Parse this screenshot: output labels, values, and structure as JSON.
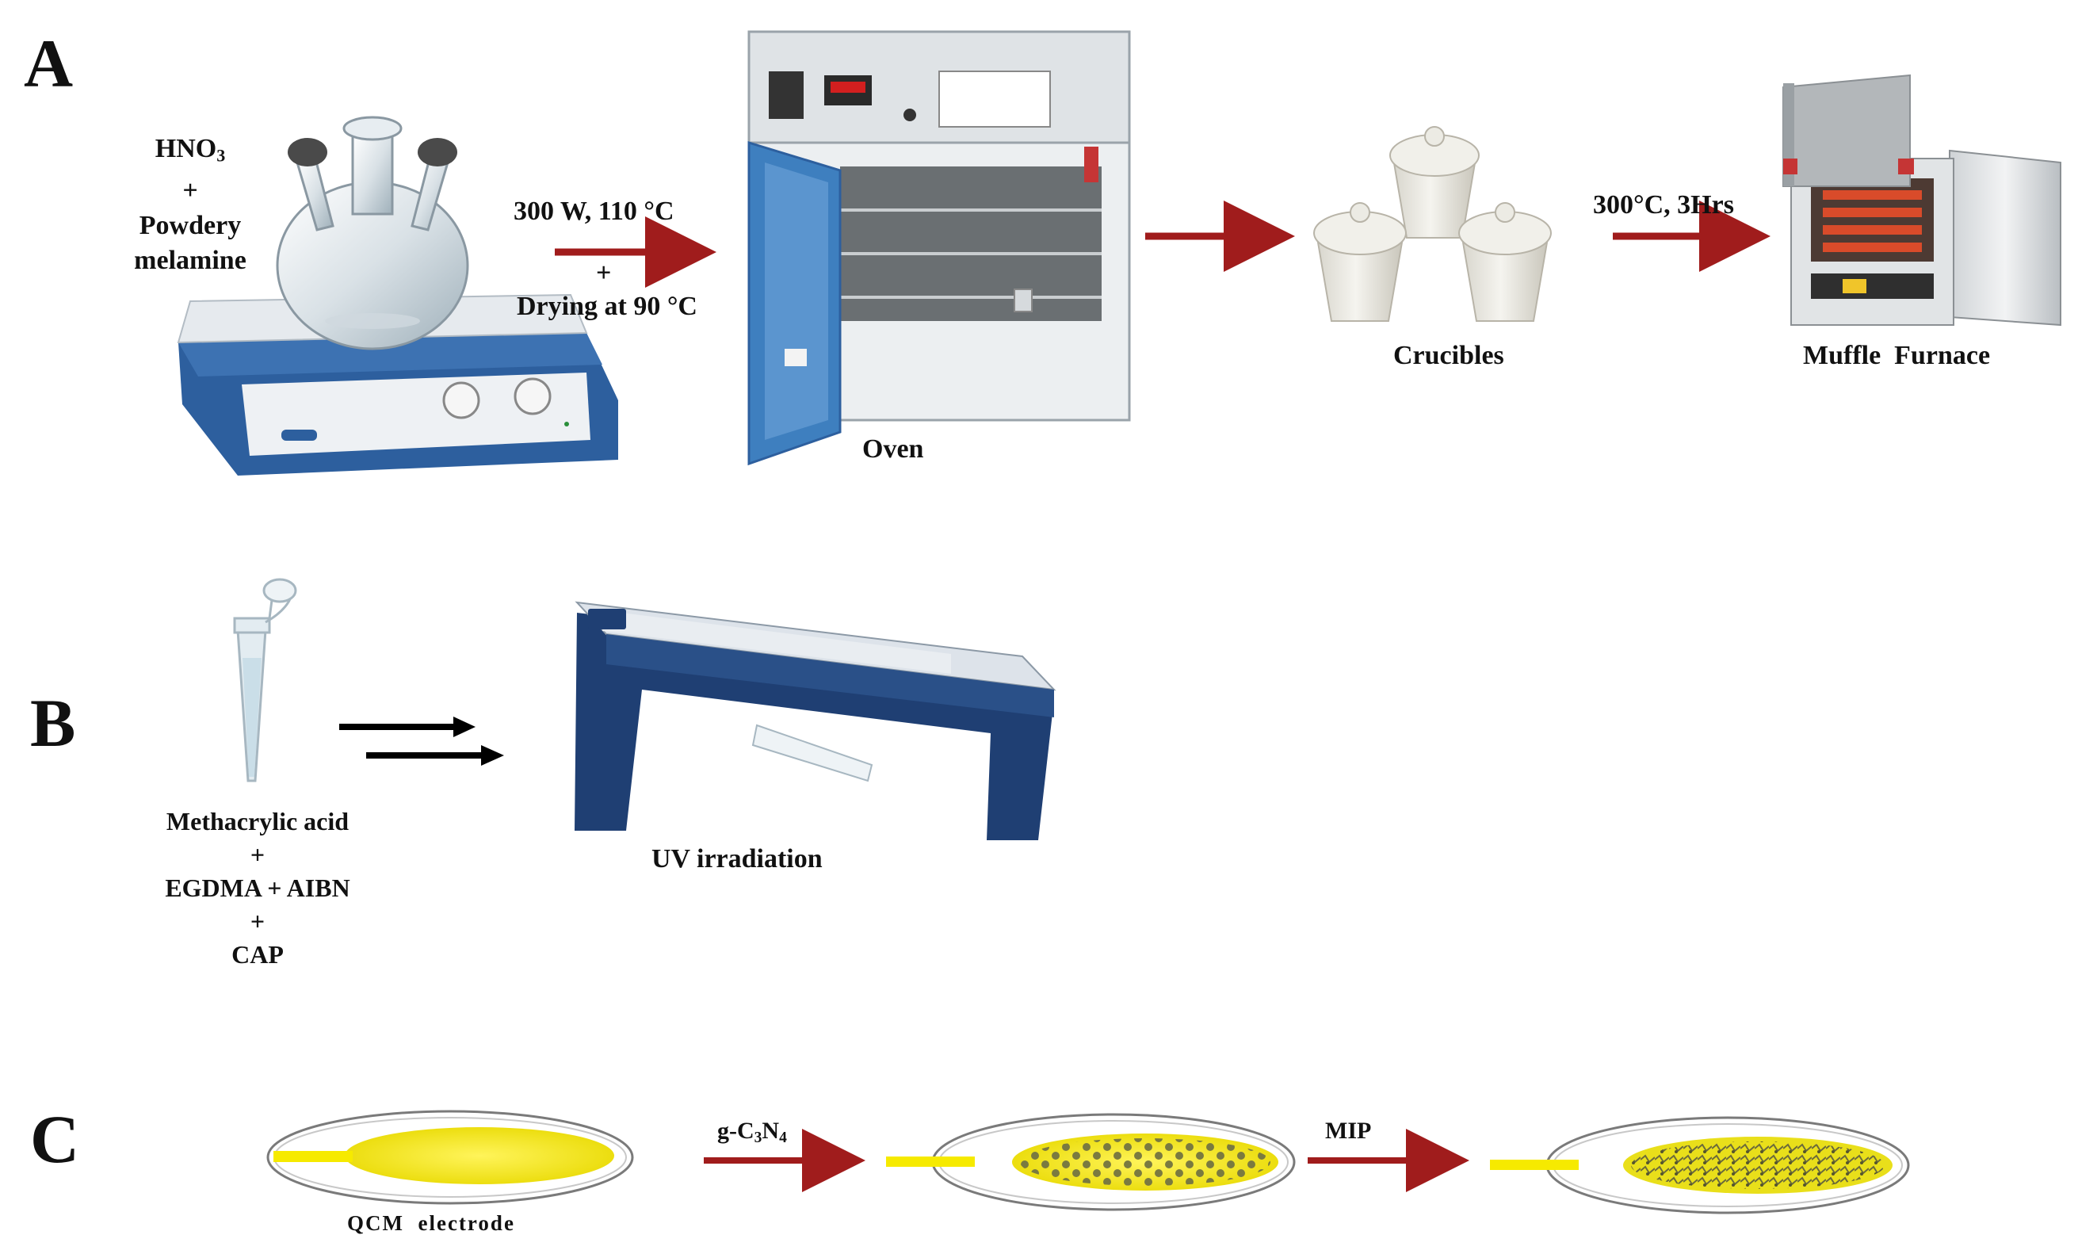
{
  "panels": {
    "a": "A",
    "b": "B",
    "c": "C"
  },
  "section_a": {
    "reagents": {
      "line1": "HNO",
      "line1_sub": "3",
      "plus": "+",
      "line2": "Powdery",
      "line3": "melamine"
    },
    "step1_top": "300 W, 110 °C",
    "step1_plus": "+",
    "step1_bottom": "Drying at 90 °C",
    "oven_label": "Oven",
    "crucibles_label": "Crucibles",
    "step3_label": "300°C, 3Hrs",
    "furnace_label": "Muffle  Furnace"
  },
  "section_b": {
    "reagents": {
      "line1": "Methacrylic acid",
      "plus1": "+",
      "line2": "EGDMA + AIBN",
      "plus2": "+",
      "line3": "CAP"
    },
    "uv_label": "UV irradiation"
  },
  "section_c": {
    "electrode_label": "QCM  electrode",
    "step1_prefix": "g-C",
    "step1_sub1": "3",
    "step1_mid": "N",
    "step1_sub2": "4",
    "step2_label": "MIP"
  },
  "colors": {
    "arrow_red": "#a01c1c",
    "electrode_yellow": "#f6ea00",
    "oven_blue": "#3e7fbf",
    "stirrer_blue": "#2d5f9e"
  }
}
